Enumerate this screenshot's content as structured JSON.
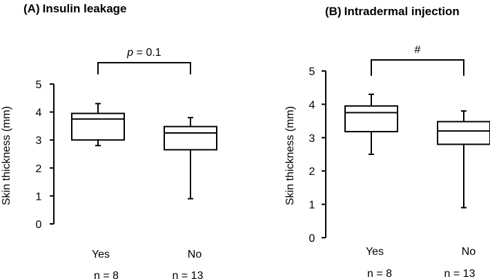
{
  "chart_data": [
    {
      "type": "box",
      "panel_label": "(A)",
      "title": "Insulin leakage",
      "ylabel": "Skin thickness (mm)",
      "ylim": [
        0,
        5
      ],
      "yticks": [
        "0",
        "1",
        "2",
        "3",
        "4",
        "5"
      ],
      "categories": [
        "Yes",
        "No"
      ],
      "group_counts": [
        "n = 8",
        "n = 13"
      ],
      "boxes": [
        {
          "min": 2.8,
          "q1": 3.0,
          "median": 3.75,
          "q3": 3.95,
          "max": 4.3
        },
        {
          "min": 0.9,
          "q1": 2.65,
          "median": 3.25,
          "q3": 3.48,
          "max": 3.8
        }
      ],
      "annotation": {
        "italic": "p",
        "text": " = 0.1"
      }
    },
    {
      "type": "box",
      "panel_label": "(B)",
      "title": "Intradermal injection",
      "ylabel": "Skin thickness (mm)",
      "ylim": [
        0,
        5
      ],
      "yticks": [
        "0",
        "1",
        "2",
        "3",
        "4",
        "5"
      ],
      "categories": [
        "Yes",
        "No"
      ],
      "group_counts": [
        "n = 8",
        "n = 13"
      ],
      "boxes": [
        {
          "min": 2.5,
          "q1": 3.18,
          "median": 3.75,
          "q3": 3.95,
          "max": 4.3
        },
        {
          "min": 0.9,
          "q1": 2.8,
          "median": 3.2,
          "q3": 3.48,
          "max": 3.8
        }
      ],
      "annotation": {
        "italic": "",
        "text": "#"
      }
    }
  ]
}
